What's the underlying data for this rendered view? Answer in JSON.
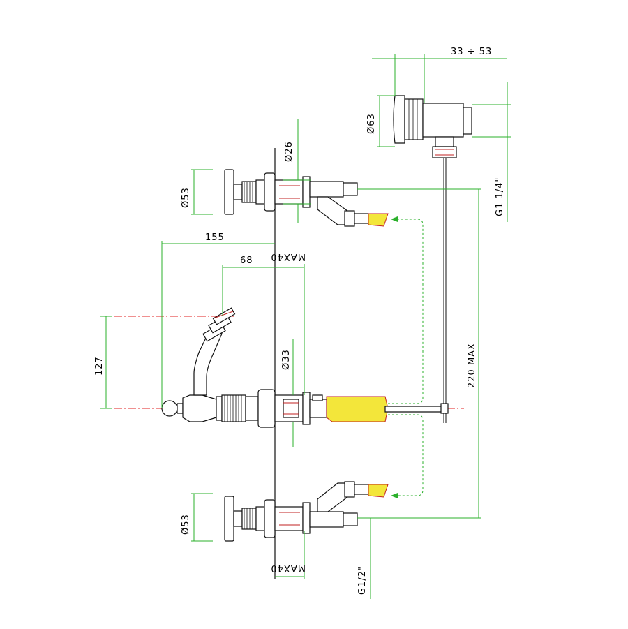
{
  "dimensions": {
    "d26": "Ø26",
    "d53_top": "Ø53",
    "d155": "155",
    "d68": "68",
    "max40_top": "MAX40",
    "d127": "127",
    "d33": "Ø33",
    "d53_bottom": "Ø53",
    "max40_bottom": "MAX40",
    "g12": "G1/2\"",
    "d220": "220 MAX",
    "d63": "Ø63",
    "d3353": "33 ÷ 53",
    "g114": "G1 1/4\""
  },
  "colors": {
    "dimension_line": "#2bb02b",
    "center_line": "#e02020",
    "hose": "#f3e63a",
    "outline": "#111111"
  }
}
